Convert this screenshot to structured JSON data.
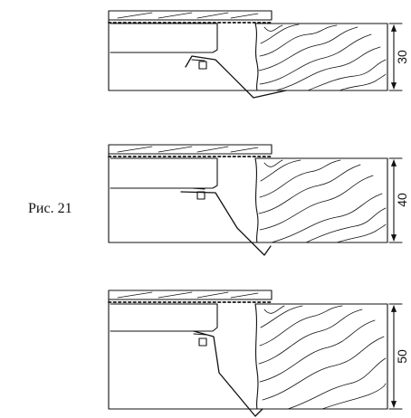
{
  "caption": "Рис. 21",
  "panels": [
    {
      "dimension": "30"
    },
    {
      "dimension": "40"
    },
    {
      "dimension": "50"
    }
  ],
  "colors": {
    "line": "#111111",
    "background": "#ffffff"
  }
}
